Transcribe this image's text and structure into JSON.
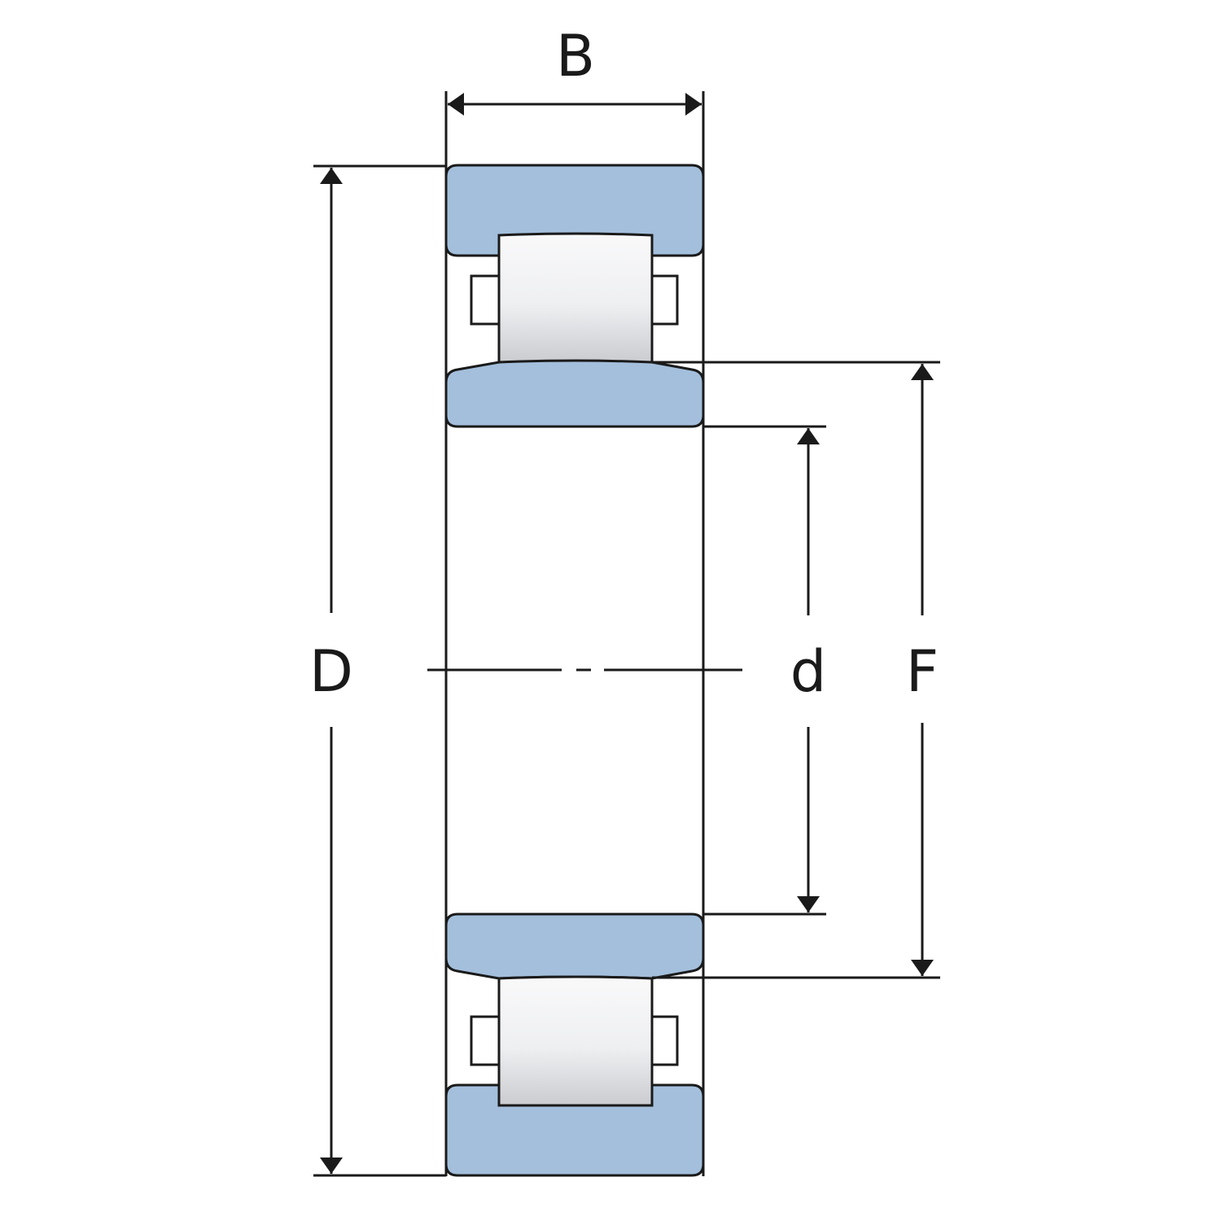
{
  "diagram": {
    "labels": {
      "width": "B",
      "outer_diameter": "D",
      "bore_diameter": "d",
      "raceway_diameter": "F"
    },
    "colors": {
      "ring_fill": "#a3bfdc",
      "outline": "#1a1a1a",
      "roller_light": "#f7f7f8",
      "roller_dark": "#c9cbcf",
      "background": "#ffffff"
    }
  }
}
